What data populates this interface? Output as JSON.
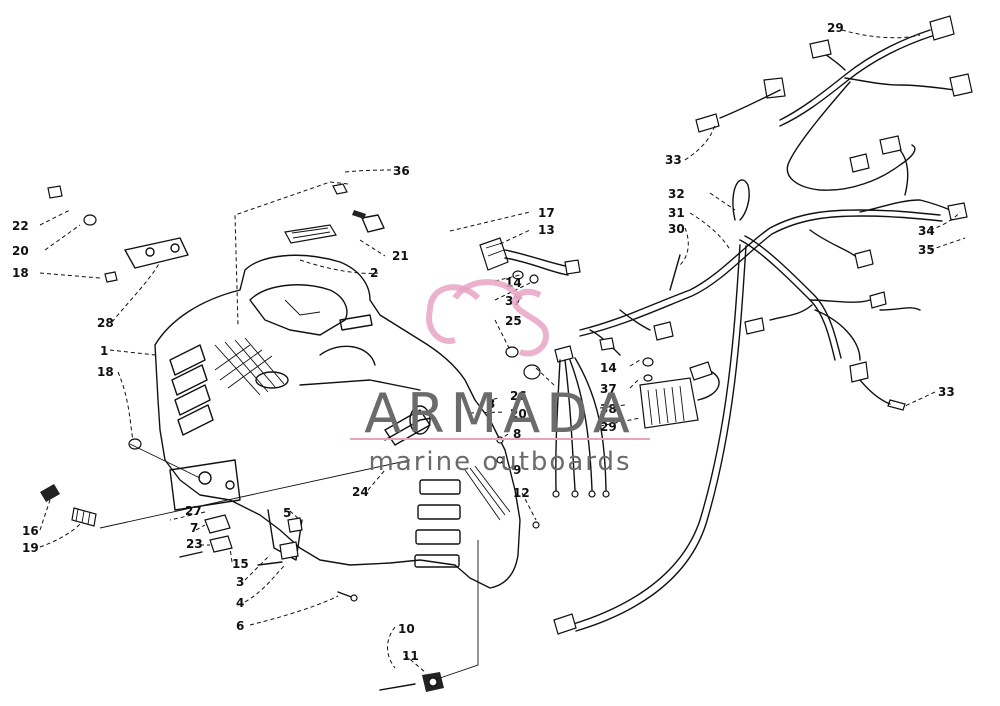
{
  "diagram": {
    "callouts": [
      {
        "id": "c29a",
        "label": "29"
      },
      {
        "id": "c33a",
        "label": "33"
      },
      {
        "id": "c36",
        "label": "36"
      },
      {
        "id": "c32",
        "label": "32"
      },
      {
        "id": "c31",
        "label": "31"
      },
      {
        "id": "c30",
        "label": "30"
      },
      {
        "id": "c34",
        "label": "34"
      },
      {
        "id": "c35",
        "label": "35"
      },
      {
        "id": "c17",
        "label": "17"
      },
      {
        "id": "c13",
        "label": "13"
      },
      {
        "id": "c22",
        "label": "22"
      },
      {
        "id": "c20a",
        "label": "20"
      },
      {
        "id": "c18a",
        "label": "18"
      },
      {
        "id": "c21",
        "label": "21"
      },
      {
        "id": "c2",
        "label": "2"
      },
      {
        "id": "c14a",
        "label": "14"
      },
      {
        "id": "c37a",
        "label": "37"
      },
      {
        "id": "c25",
        "label": "25"
      },
      {
        "id": "c28",
        "label": "28"
      },
      {
        "id": "c1",
        "label": "1"
      },
      {
        "id": "c18b",
        "label": "18"
      },
      {
        "id": "c26",
        "label": "26"
      },
      {
        "id": "c14b",
        "label": "14"
      },
      {
        "id": "c37b",
        "label": "37"
      },
      {
        "id": "c33b",
        "label": "33"
      },
      {
        "id": "c38",
        "label": "38"
      },
      {
        "id": "c3a",
        "label": "3"
      },
      {
        "id": "c20b",
        "label": "20"
      },
      {
        "id": "c29b",
        "label": "29"
      },
      {
        "id": "c8",
        "label": "8"
      },
      {
        "id": "c9",
        "label": "9"
      },
      {
        "id": "c24",
        "label": "24"
      },
      {
        "id": "c12",
        "label": "12"
      },
      {
        "id": "c27",
        "label": "27"
      },
      {
        "id": "c16",
        "label": "16"
      },
      {
        "id": "c19",
        "label": "19"
      },
      {
        "id": "c7",
        "label": "7"
      },
      {
        "id": "c23",
        "label": "23"
      },
      {
        "id": "c5",
        "label": "5"
      },
      {
        "id": "c15",
        "label": "15"
      },
      {
        "id": "c3b",
        "label": "3"
      },
      {
        "id": "c4",
        "label": "4"
      },
      {
        "id": "c6",
        "label": "6"
      },
      {
        "id": "c10",
        "label": "10"
      },
      {
        "id": "c11",
        "label": "11"
      }
    ]
  },
  "watermark": {
    "brand": "ARMADA",
    "tagline": "marine outboards",
    "logo_color": "#e8a3c4",
    "text_color": "#6b6b6b"
  }
}
